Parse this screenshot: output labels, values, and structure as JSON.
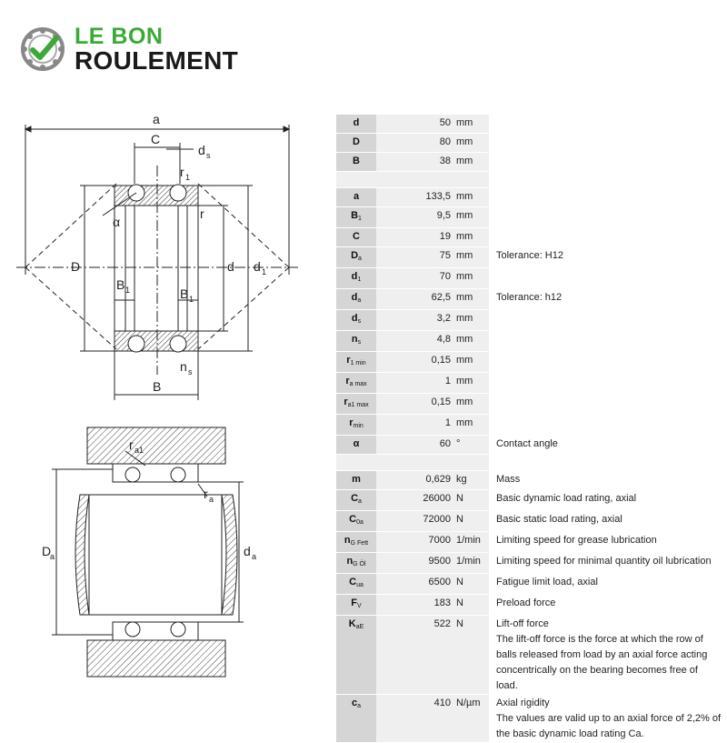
{
  "logo": {
    "line1": "LE BON",
    "line2": "ROULEMENT",
    "colors": {
      "green": "#3aaa35",
      "dark": "#1a1a1a"
    },
    "icon": "bearing-check-icon"
  },
  "drawing1_labels": {
    "a": "a",
    "C": "C",
    "d": "d",
    "ds_sub": "s",
    "r": "r",
    "r1_sub": "1",
    "D": "D",
    "alpha": "α",
    "d1_sub": "1",
    "B": "B",
    "B1_sub": "1",
    "n": "n",
    "ns_sub": "s"
  },
  "drawing2_labels": {
    "Da_main": "D",
    "Da_sub": "a",
    "da_main": "d",
    "da_sub": "a",
    "ra1_main": "r",
    "ra1_sub": "a1",
    "ra_main": "r",
    "ra_sub": "a"
  },
  "specs": [
    {
      "sym": "d",
      "sub": "",
      "value": "50",
      "unit": "mm",
      "desc": ""
    },
    {
      "sym": "D",
      "sub": "",
      "value": "80",
      "unit": "mm",
      "desc": ""
    },
    {
      "sym": "B",
      "sub": "",
      "value": "38",
      "unit": "mm",
      "desc": ""
    },
    {
      "spacer": true
    },
    {
      "sym": "a",
      "sub": "",
      "value": "133,5",
      "unit": "mm",
      "desc": ""
    },
    {
      "sym": "B",
      "sub": "1",
      "value": "9,5",
      "unit": "mm",
      "desc": ""
    },
    {
      "sym": "C",
      "sub": "",
      "value": "19",
      "unit": "mm",
      "desc": ""
    },
    {
      "sym": "D",
      "sub": "a",
      "value": "75",
      "unit": "mm",
      "desc": "Tolerance: H12"
    },
    {
      "sym": "d",
      "sub": "1",
      "value": "70",
      "unit": "mm",
      "desc": ""
    },
    {
      "sym": "d",
      "sub": "a",
      "value": "62,5",
      "unit": "mm",
      "desc": "Tolerance: h12"
    },
    {
      "sym": "d",
      "sub": "s",
      "value": "3,2",
      "unit": "mm",
      "desc": ""
    },
    {
      "sym": "n",
      "sub": "s",
      "value": "4,8",
      "unit": "mm",
      "desc": ""
    },
    {
      "sym": "r",
      "sub": "1 min",
      "value": "0,15",
      "unit": "mm",
      "desc": ""
    },
    {
      "sym": "r",
      "sub": "a max",
      "value": "1",
      "unit": "mm",
      "desc": ""
    },
    {
      "sym": "r",
      "sub": "a1 max",
      "value": "0,15",
      "unit": "mm",
      "desc": ""
    },
    {
      "sym": "r",
      "sub": "min",
      "value": "1",
      "unit": "mm",
      "desc": ""
    },
    {
      "sym": "α",
      "sub": "",
      "value": "60",
      "unit": "°",
      "desc": "Contact angle"
    },
    {
      "spacer": true
    },
    {
      "sym": "m",
      "sub": "",
      "value": "0,629",
      "unit": "kg",
      "desc": "Mass"
    },
    {
      "sym": "C",
      "sub": "a",
      "value": "26000",
      "unit": "N",
      "desc": "Basic dynamic load rating, axial"
    },
    {
      "sym": "C",
      "sub": "0a",
      "value": "72000",
      "unit": "N",
      "desc": "Basic static load rating, axial"
    },
    {
      "sym": "n",
      "sub": "G Fett",
      "value": "7000",
      "unit": "1/min",
      "desc": "Limiting speed for grease lubrication"
    },
    {
      "sym": "n",
      "sub": "G Öl",
      "value": "9500",
      "unit": "1/min",
      "desc": "Limiting speed for minimal quantity oil lubrication"
    },
    {
      "sym": "C",
      "sub": "ua",
      "value": "6500",
      "unit": "N",
      "desc": "Fatigue limit load, axial"
    },
    {
      "sym": "F",
      "sub": "V",
      "value": "183",
      "unit": "N",
      "desc": "Preload force"
    },
    {
      "sym": "K",
      "sub": "aE",
      "value": "522",
      "unit": "N",
      "desc": "Lift-off force",
      "desc_lines": [
        "The lift-off force is the force at which the row of balls released from load by an axial force acting concentrically on the bearing becomes free of load."
      ]
    },
    {
      "sym": "c",
      "sub": "a",
      "value": "410",
      "unit": "N/µm",
      "desc": "Axial rigidity",
      "desc_lines": [
        "The values are valid up to an axial force of 2,2% of the basic dynamic load rating Ca."
      ]
    }
  ]
}
